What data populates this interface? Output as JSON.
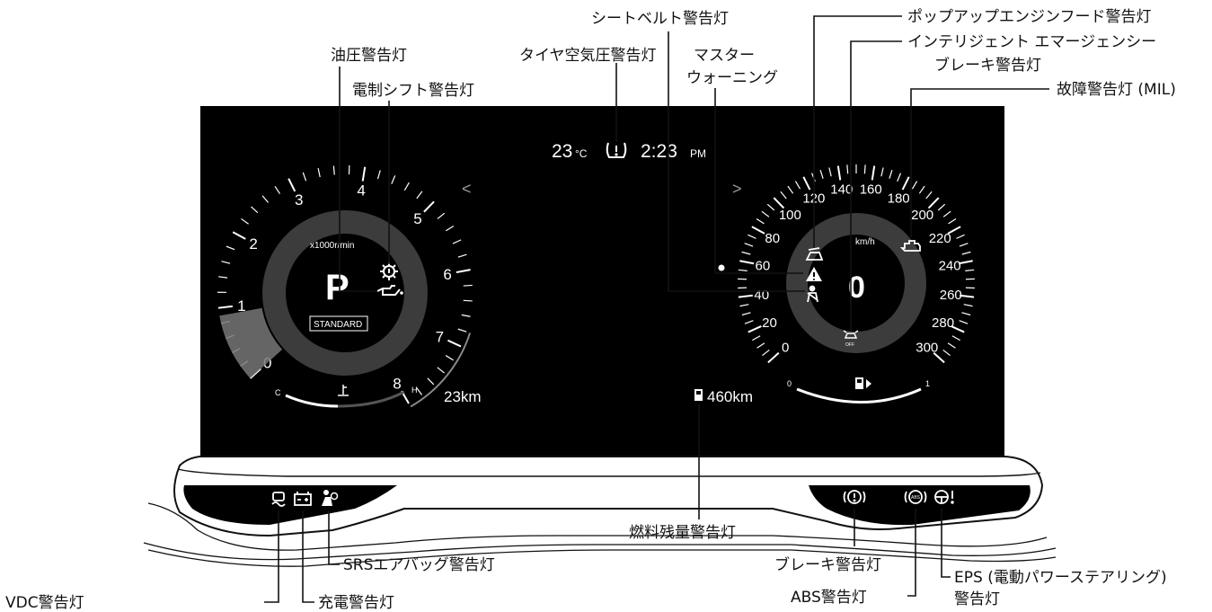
{
  "callouts": {
    "oil_pressure": "油圧警告灯",
    "electric_shift": "電制シフト警告灯",
    "tire_pressure": "タイヤ空気圧警告灯",
    "seatbelt": "シートベルト警告灯",
    "master_warning_line1": "マスター",
    "master_warning_line2": "ウォーニング",
    "popup_hood": "ポップアップエンジンフード警告灯",
    "emergency_brake_line1": "インテリジェント エマージェンシー",
    "emergency_brake_line2": "ブレーキ警告灯",
    "mil": "故障警告灯 (MIL)",
    "fuel_level": "燃料残量警告灯",
    "srs_airbag": "SRSエアバッグ警告灯",
    "vdc": "VDC警告灯",
    "charge": "充電警告灯",
    "brake": "ブレーキ警告灯",
    "abs": "ABS警告灯",
    "eps_line1": "EPS (電動パワーステアリング)",
    "eps_line2": "警告灯"
  },
  "display": {
    "temperature": "23",
    "temperature_unit": "°C",
    "time": "2:23",
    "time_suffix": "PM",
    "gear": "P",
    "tach_unit": "x1000r/min",
    "drive_mode": "STANDARD",
    "trip_distance": "23km",
    "range_distance": "460km",
    "speed_unit": "km/h",
    "speed": "0",
    "temp_cold": "C",
    "temp_hot": "H",
    "fuel_empty": "0",
    "fuel_full": "1",
    "nav_left": "<",
    "nav_right": ">"
  },
  "tachometer": {
    "labels": [
      "0",
      "1",
      "2",
      "3",
      "4",
      "5",
      "6",
      "7",
      "8"
    ],
    "max": 8,
    "redline_start": 6.8
  },
  "speedometer": {
    "labels": [
      "0",
      "20",
      "40",
      "60",
      "80",
      "100",
      "120",
      "140",
      "160",
      "180",
      "200",
      "220",
      "240",
      "260",
      "280",
      "300"
    ],
    "max": 300
  },
  "indicator_labels": {
    "abs": "ABS",
    "off": "OFF"
  }
}
